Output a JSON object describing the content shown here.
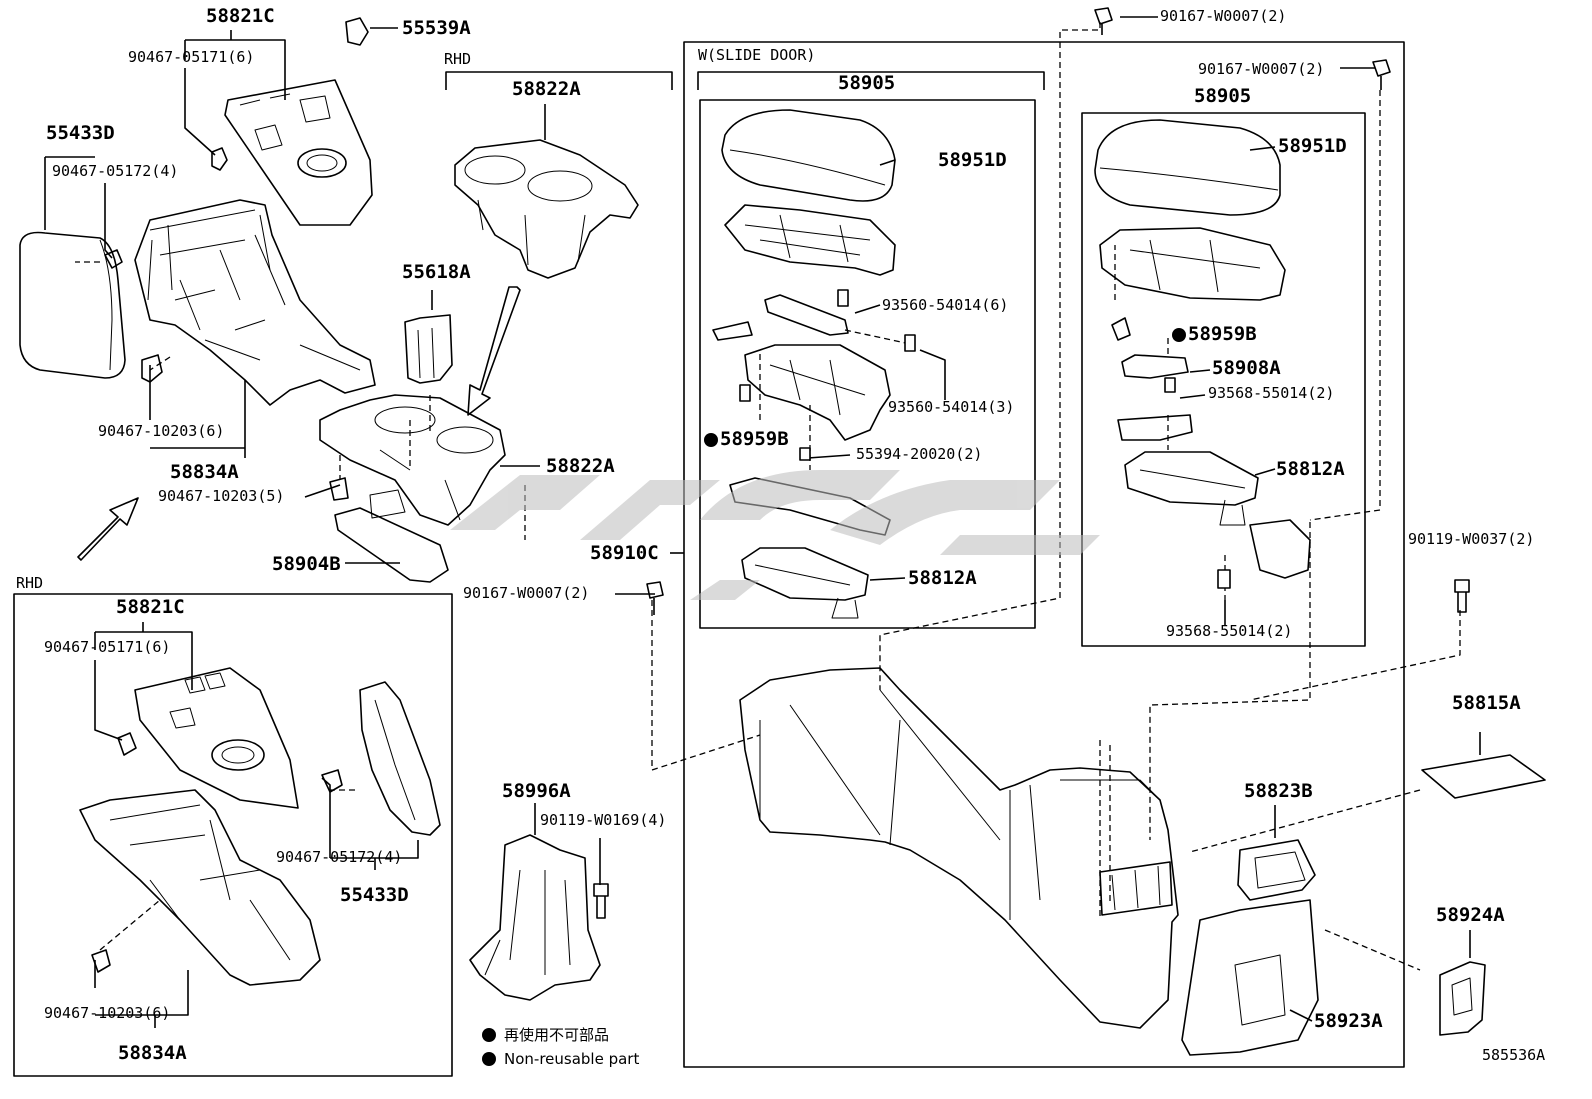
{
  "headers": {
    "rhd_top": "RHD",
    "rhd_box": "RHD",
    "slide_door": "W(SLIDE DOOR)"
  },
  "parts": {
    "p58821C_top": "58821C",
    "p55539A": "55539A",
    "p90467_05171_top": "90467-05171(6)",
    "p55433D_top": "55433D",
    "p90467_05172_top": "90467-05172(4)",
    "p90467_10203_6_top": "90467-10203(6)",
    "p58834A_top": "58834A",
    "p90467_10203_5": "90467-10203(5)",
    "p58904B": "58904B",
    "p58822A_top": "58822A",
    "p55618A": "55618A",
    "p58822A_mid": "58822A",
    "p58910C": "58910C",
    "p90167_W0007_mid": "90167-W0007(2)",
    "p90167_W0007_top": "90167-W0007(2)",
    "p58905_left": "58905",
    "p58951D_left": "58951D",
    "p93560_54014_6": "93560-54014(6)",
    "p93560_54014_3": "93560-54014(3)",
    "p58959B_left": "58959B",
    "p55394_20020": "55394-20020(2)",
    "p58812A_left": "58812A",
    "p90167_W0007_right": "90167-W0007(2)",
    "p58905_right": "58905",
    "p58951D_right": "58951D",
    "p58959B_right": "58959B",
    "p58908A": "58908A",
    "p93568_55014_a": "93568-55014(2)",
    "p58812A_right": "58812A",
    "p93568_55014_b": "93568-55014(2)",
    "p90119_W0037": "90119-W0037(2)",
    "p58815A": "58815A",
    "p58823B": "58823B",
    "p58924A": "58924A",
    "p58923A": "58923A",
    "p58821C_box": "58821C",
    "p90467_05171_box": "90467-05171(6)",
    "p90467_05172_box": "90467-05172(4)",
    "p55433D_box": "55433D",
    "p90467_10203_box": "90467-10203(6)",
    "p58834A_box": "58834A",
    "p58996A": "58996A",
    "p90119_W0169": "90119-W0169(4)"
  },
  "legend": {
    "jp": "再使用不可部品",
    "en": "Non-reusable part"
  },
  "figure_id": "585536A"
}
